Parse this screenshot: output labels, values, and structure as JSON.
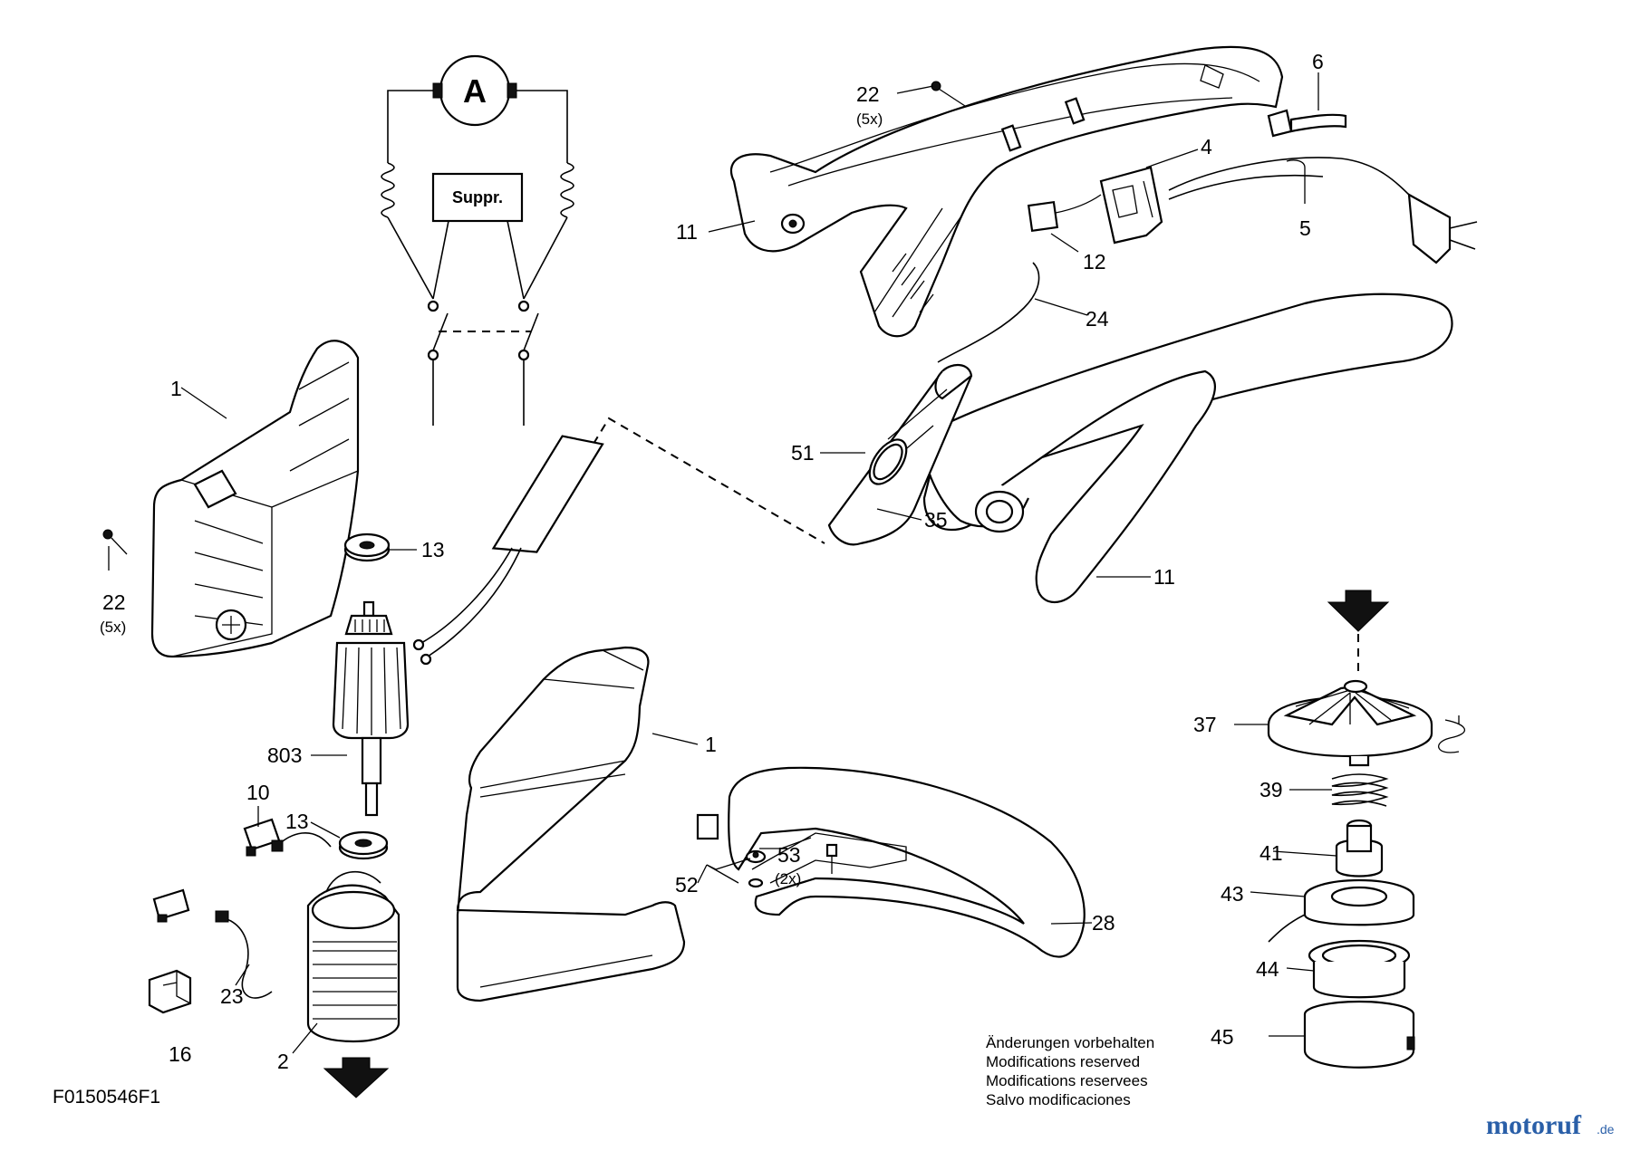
{
  "diagram": {
    "code": "F0150546F1",
    "note_lines": [
      "Änderungen vorbehalten",
      "Modifications reserved",
      "Modifications reservees",
      "Salvo modificaciones"
    ],
    "circuit": {
      "motor_label": "A",
      "suppressor_label": "Suppr."
    },
    "watermark": {
      "main": "motoruf",
      "suffix": ".de"
    },
    "labels": {
      "p22a": "22",
      "p22a_qty": "(5x)",
      "p6": "6",
      "p4": "4",
      "p11a": "11",
      "p5": "5",
      "p12": "12",
      "p24": "24",
      "p1a": "1",
      "p22b": "22",
      "p22b_qty": "(5x)",
      "p13a": "13",
      "p51": "51",
      "p35": "35",
      "p11b": "11",
      "p803": "803",
      "p10": "10",
      "p13b": "13",
      "p1b": "1",
      "p53": "53",
      "p53_qty": "(2x)",
      "p52": "52",
      "p28": "28",
      "p23": "23",
      "p16": "16",
      "p2": "2",
      "p37": "37",
      "p39": "39",
      "p41": "41",
      "p43": "43",
      "p44": "44",
      "p45": "45"
    }
  }
}
